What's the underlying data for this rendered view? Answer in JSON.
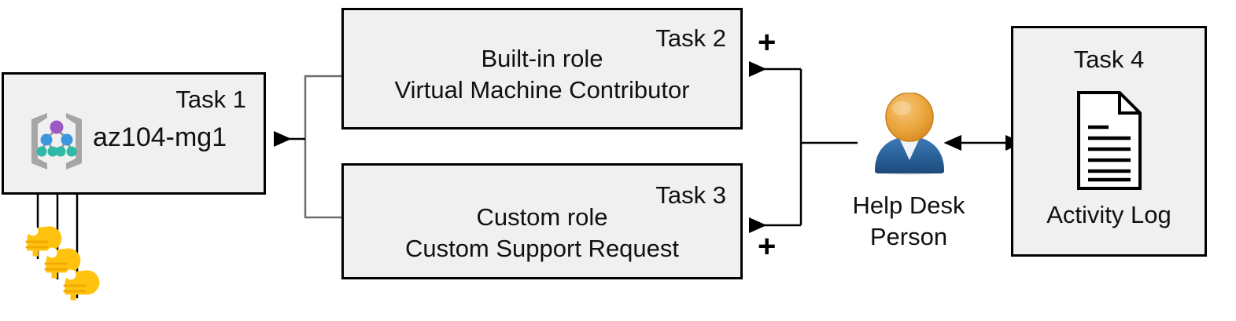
{
  "diagram": {
    "title": "Azure RBAC task assignment diagram",
    "colors": {
      "box_fill": "#f0f0f0",
      "box_border": "#000000",
      "connector": "#000000",
      "key_body": "#ffc20e",
      "key_highlight": "#ffd633",
      "person_head": "#e8a33d",
      "person_body": "#2a6099",
      "mg_root_node": "#9b59c4",
      "mg_mid_node": "#3a96dd",
      "mg_leaf_node": "#2eb8a6",
      "mg_bracket": "#a6a6a6"
    },
    "nodes": {
      "task1": {
        "tag": "Task 1",
        "label": "az104-mg1",
        "icon": "management-group-icon"
      },
      "task2": {
        "tag": "Task 2",
        "line1": "Built-in role",
        "line2": "Virtual Machine Contributor"
      },
      "task3": {
        "tag": "Task 3",
        "line1": "Custom role",
        "line2": "Custom Support Request"
      },
      "task4": {
        "tag": "Task 4",
        "label": "Activity Log",
        "icon": "document-icon"
      },
      "person": {
        "line1": "Help Desk",
        "line2": "Person",
        "icon": "user-icon"
      },
      "keys": {
        "icon": "keys-icon",
        "count": 3
      }
    },
    "operators": {
      "plus_top": "+",
      "plus_bottom": "+"
    },
    "connectors": [
      {
        "name": "keys-to-management-group",
        "from": "keys",
        "to": "task1",
        "arrows": "single",
        "count": 3
      },
      {
        "name": "roles-to-task1",
        "from": "task2-and-task3",
        "to": "task1",
        "arrows": "single"
      },
      {
        "name": "person-to-roles",
        "from": "person",
        "to": "task2-and-task3",
        "arrows": "single"
      },
      {
        "name": "person-to-activity-log",
        "from": "person",
        "to": "task4",
        "arrows": "double"
      }
    ]
  }
}
